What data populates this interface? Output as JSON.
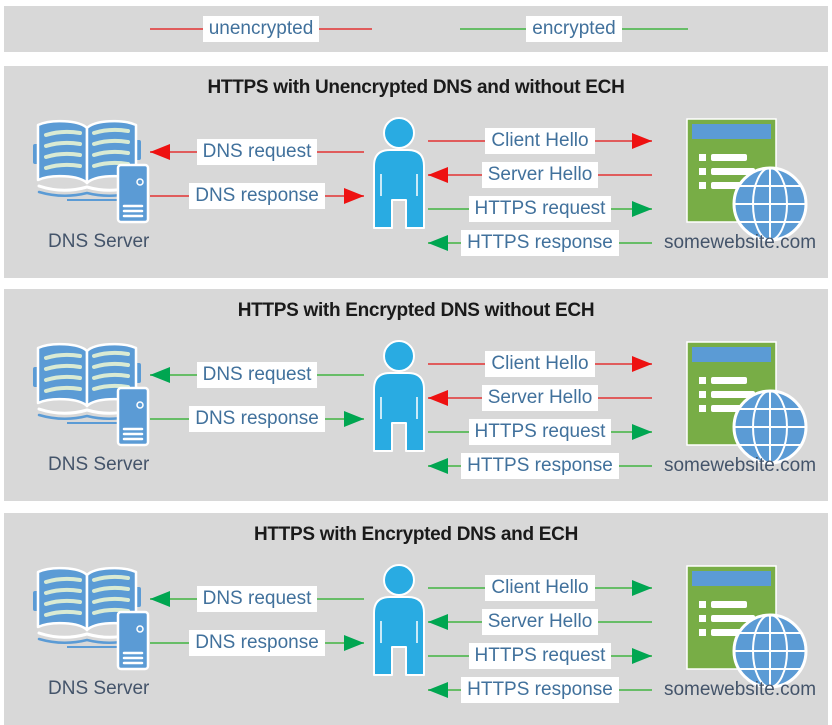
{
  "palette": {
    "panel_bg": "#d8d8d8",
    "line_red": "#e05c5c",
    "head_red": "#ee1111",
    "line_green": "#67bd67",
    "head_green": "#00a651",
    "label_text": "#41719c",
    "caption_text": "#44546a",
    "title_text": "#1a1a1a",
    "label_bg": "#ffffff",
    "person_blue": "#29abe2",
    "icon_blue": "#5b9bd5",
    "site_green": "#78ad46"
  },
  "legend": {
    "items": [
      {
        "label": "unencrypted",
        "color": "red"
      },
      {
        "label": "encrypted",
        "color": "green"
      }
    ]
  },
  "panels": [
    {
      "title": "HTTPS with Unencrypted DNS and without ECH",
      "dns_label": "DNS Server",
      "site_label": "somewebsite.com",
      "arrows": {
        "dns_request": {
          "label": "DNS request",
          "color": "red",
          "direction": "left"
        },
        "dns_response": {
          "label": "DNS response",
          "color": "red",
          "direction": "right"
        },
        "client_hello": {
          "label": "Client Hello",
          "color": "red",
          "direction": "right"
        },
        "server_hello": {
          "label": "Server Hello",
          "color": "red",
          "direction": "left"
        },
        "https_request": {
          "label": "HTTPS request",
          "color": "green",
          "direction": "right"
        },
        "https_response": {
          "label": "HTTPS response",
          "color": "green",
          "direction": "left"
        }
      }
    },
    {
      "title": "HTTPS with Encrypted DNS without ECH",
      "dns_label": "DNS Server",
      "site_label": "somewebsite.com",
      "arrows": {
        "dns_request": {
          "label": "DNS request",
          "color": "green",
          "direction": "left"
        },
        "dns_response": {
          "label": "DNS response",
          "color": "green",
          "direction": "right"
        },
        "client_hello": {
          "label": "Client Hello",
          "color": "red",
          "direction": "right"
        },
        "server_hello": {
          "label": "Server Hello",
          "color": "red",
          "direction": "left"
        },
        "https_request": {
          "label": "HTTPS request",
          "color": "green",
          "direction": "right"
        },
        "https_response": {
          "label": "HTTPS response",
          "color": "green",
          "direction": "left"
        }
      }
    },
    {
      "title": "HTTPS with Encrypted DNS and ECH",
      "dns_label": "DNS Server",
      "site_label": "somewebsite.com",
      "arrows": {
        "dns_request": {
          "label": "DNS request",
          "color": "green",
          "direction": "left"
        },
        "dns_response": {
          "label": "DNS response",
          "color": "green",
          "direction": "right"
        },
        "client_hello": {
          "label": "Client Hello",
          "color": "green",
          "direction": "right"
        },
        "server_hello": {
          "label": "Server Hello",
          "color": "green",
          "direction": "left"
        },
        "https_request": {
          "label": "HTTPS request",
          "color": "green",
          "direction": "right"
        },
        "https_response": {
          "label": "HTTPS response",
          "color": "green",
          "direction": "left"
        }
      }
    }
  ]
}
